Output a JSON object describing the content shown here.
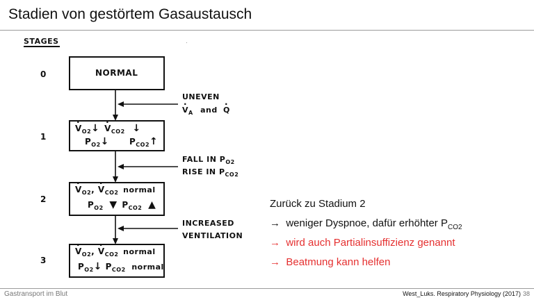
{
  "slide": {
    "title": "Stadien von gestörtem Gasaustausch",
    "footer_left": "Gastransport im Blut",
    "footer_source": "West_Luks. Respiratory Physiology (2017)",
    "page_number": "38"
  },
  "diagram": {
    "heading": "STAGES",
    "stages": [
      {
        "number": "0",
        "box_text": "NORMAL"
      },
      {
        "number": "1"
      },
      {
        "number": "2"
      },
      {
        "number": "3"
      }
    ],
    "transitions": [
      {
        "line1": "UNEVEN",
        "line2_a": "V",
        "line2_a_sub": "A",
        "line2_b": "and",
        "line2_c": "Q"
      },
      {
        "line1": "FALL IN P",
        "line1_sub": "O2",
        "line2": "RISE IN P",
        "line2_sub": "CO2"
      },
      {
        "line1": "INCREASED",
        "line2": "VENTILATION"
      }
    ],
    "box1": {
      "vo2": "V",
      "vo2_sub": "O2",
      "vco2": "V",
      "vco2_sub": "CO2",
      "po2": "P",
      "po2_sub": "O2",
      "pco2": "P",
      "pco2_sub": "CO2"
    },
    "box2": {
      "vo2": "V",
      "vo2_sub": "O2",
      "vco2": "V",
      "vco2_sub": "CO2",
      "normal": "normal",
      "po2": "P",
      "po2_sub": "O2",
      "pco2": "P",
      "pco2_sub": "CO2"
    },
    "box3": {
      "vo2": "V",
      "vo2_sub": "O2",
      "vco2": "V",
      "vco2_sub": "CO2",
      "normal1": "normal",
      "po2": "P",
      "po2_sub": "O2",
      "pco2": "P",
      "pco2_sub": "CO2",
      "normal2": "normal"
    }
  },
  "notes": {
    "line1": "Zurück zu Stadium 2",
    "arrow": "→",
    "line2_main": "weniger Dyspnoe, dafür erhöhter P",
    "line2_sub": "CO2",
    "line3": "wird auch Partialinsuffizienz genannt",
    "line4": "Beatmung kann helfen"
  },
  "colors": {
    "accent_red": "#e53030",
    "rule": "#9a9a9a",
    "footer_gray": "#777777"
  }
}
